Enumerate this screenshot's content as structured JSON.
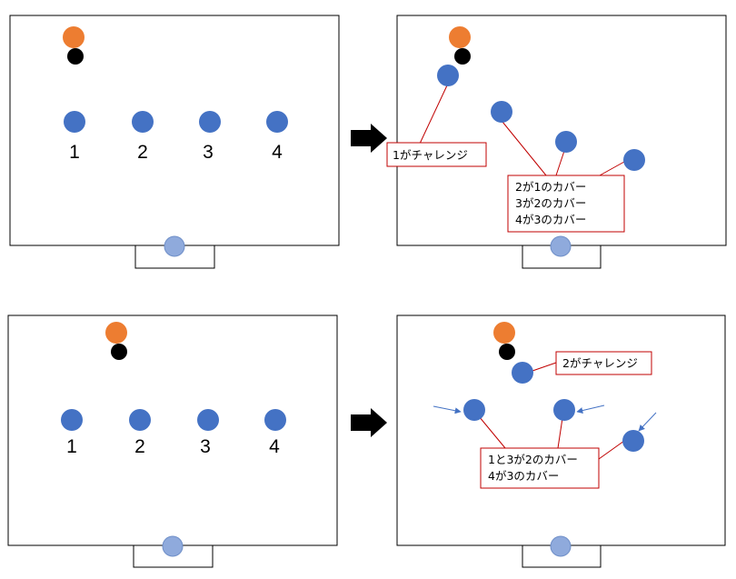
{
  "colors": {
    "player": "#4472c4",
    "keeper": "#8faadc",
    "attacker": "#ed7d31",
    "ball": "#000000",
    "callout": "#c00000",
    "arrow": "#4472c4",
    "field_line": "#000000"
  },
  "panels": {
    "top_left": {
      "numbers": [
        "1",
        "2",
        "3",
        "4"
      ]
    },
    "top_right": {
      "label_challenge": "1がチャレンジ",
      "label_cover": [
        "2が1のカバー",
        "3が2のカバー",
        "4が3のカバー"
      ]
    },
    "bottom_left": {
      "numbers": [
        "1",
        "2",
        "3",
        "4"
      ]
    },
    "bottom_right": {
      "label_challenge": "2がチャレンジ",
      "label_cover": [
        "1と3が2のカバー",
        "4が3のカバー"
      ]
    }
  },
  "icons": {
    "transition": "right-arrow-icon"
  }
}
